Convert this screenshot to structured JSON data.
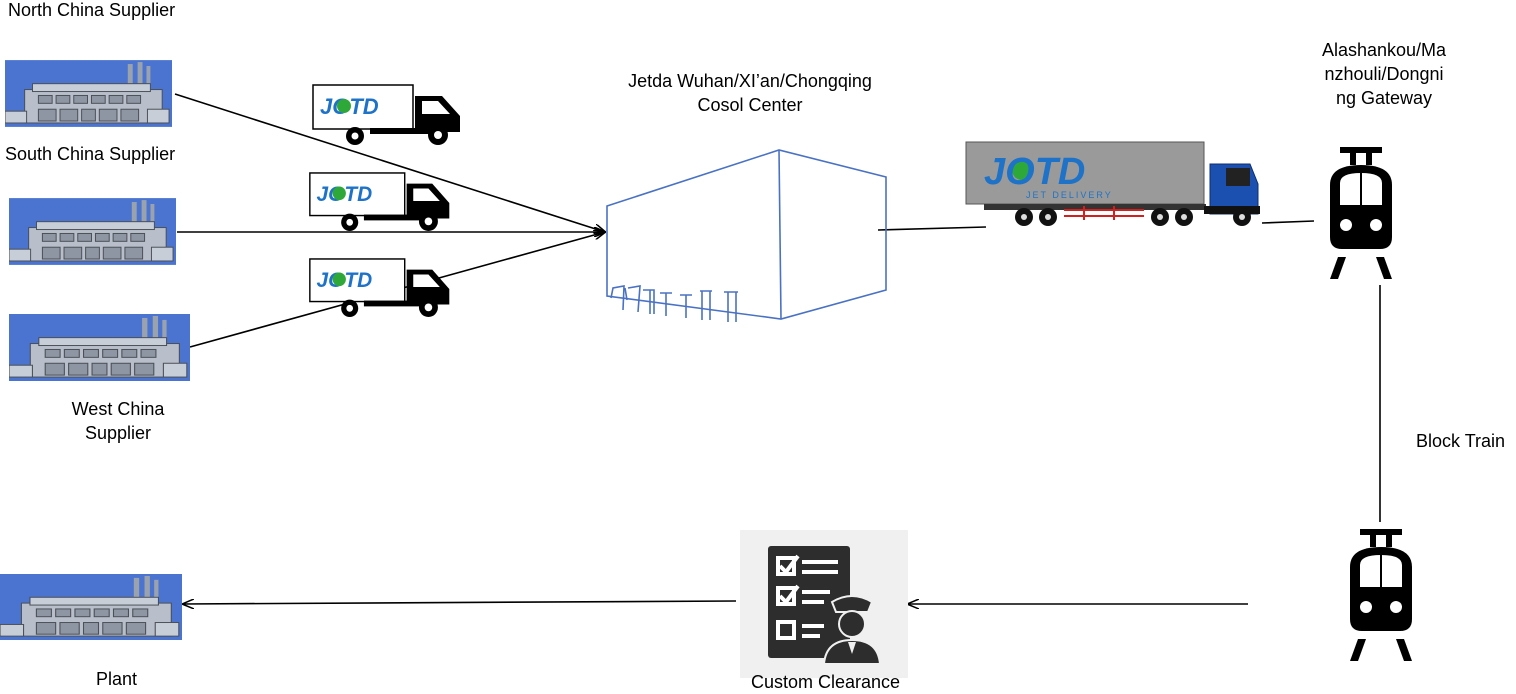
{
  "labels": {
    "north_supplier": "North China Supplier",
    "south_supplier": "South China Supplier",
    "west_supplier_l1": "West China",
    "west_supplier_l2": "Supplier",
    "consol_center_l1": "Jetda Wuhan/XI’an/Chongqing",
    "consol_center_l2": "Cosol Center",
    "gateway_l1": "Alashankou/Ma",
    "gateway_l2": "nzhouli/Dongni",
    "gateway_l3": "ng Gateway",
    "block_train": "Block Train",
    "plant": "Plant",
    "custom_clearance": "Custom Clearance"
  },
  "logo": {
    "brand": "JOTD",
    "tagline": "JET DELIVERY"
  },
  "colors": {
    "factory_sky": "#4a74d0",
    "factory_body": "#b8bfca",
    "warehouse_line": "#4a72c4",
    "logo_blue": "#1e73c8",
    "logo_green": "#2fa83a",
    "trailer_gray": "#9a9a9a",
    "cab_blue": "#1b4fb0",
    "customs_bg": "#f0f0f0"
  }
}
